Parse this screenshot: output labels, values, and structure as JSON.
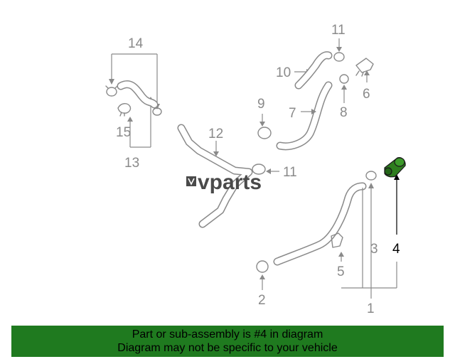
{
  "callouts": {
    "c1": "1",
    "c2": "2",
    "c3": "3",
    "c4": "4",
    "c5": "5",
    "c6": "6",
    "c7": "7",
    "c8": "8",
    "c9": "9",
    "c10": "10",
    "c11a": "11",
    "c11b": "11",
    "c12": "12",
    "c13": "13",
    "c14": "14",
    "c15": "15"
  },
  "highlighted_part": "4",
  "watermark": "vparts",
  "footer": {
    "line1": "Part or sub-assembly is #4 in diagram",
    "line2": "Diagram may not be specific to your vehicle"
  },
  "colors": {
    "footer_bg": "#1f7a1f",
    "highlight_part": "#2e7d1e",
    "line_gray": "#8a8a8a"
  }
}
